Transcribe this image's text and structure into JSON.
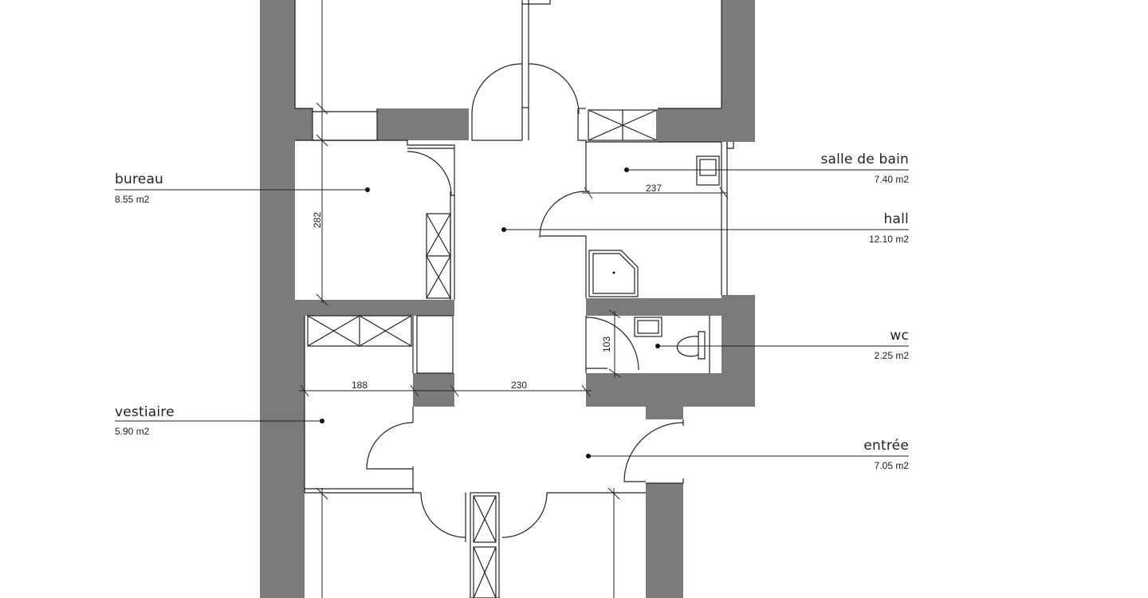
{
  "rooms": [
    {
      "id": "bureau",
      "name": "bureau",
      "area": "8.55 m2"
    },
    {
      "id": "salle-de-bain",
      "name": "salle de bain",
      "area": "7.40 m2"
    },
    {
      "id": "hall",
      "name": "hall",
      "area": "12.10 m2"
    },
    {
      "id": "wc",
      "name": "wc",
      "area": "2.25 m2"
    },
    {
      "id": "vestiaire",
      "name": "vestiaire",
      "area": "5.90 m2"
    },
    {
      "id": "entree",
      "name": "entrée",
      "area": "7.05 m2"
    }
  ],
  "dimensions": {
    "bureau_height": "282",
    "bath_width": "237",
    "wc_depth": "103",
    "vestiaire_width": "188",
    "hall_width": "230"
  }
}
